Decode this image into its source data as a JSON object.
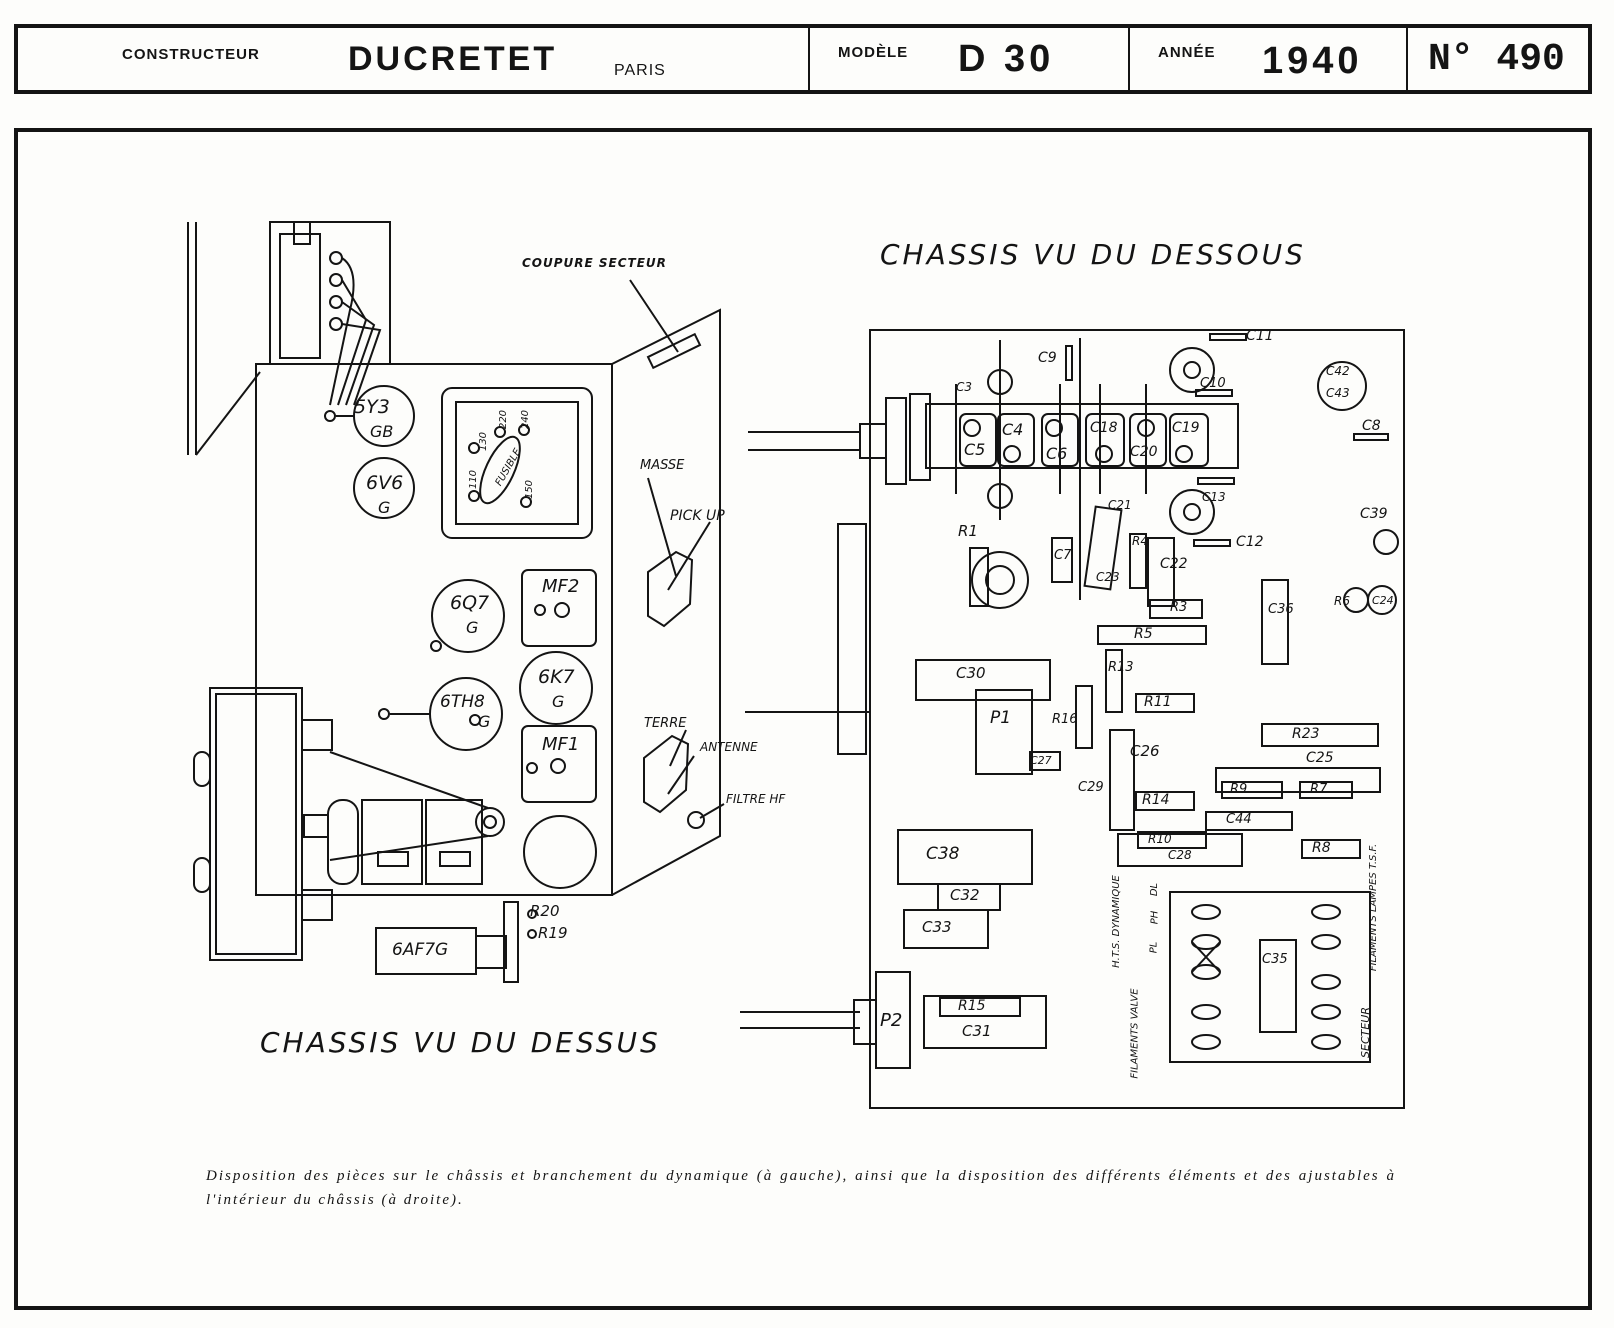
{
  "header": {
    "constructeur_label": "CONSTRUCTEUR",
    "constructeur_value": "DUCRETET",
    "city": "PARIS",
    "modele_label": "MODÈLE",
    "modele_value": "D 30",
    "annee_label": "ANNÉE",
    "annee_value": "1940",
    "numero": "N° 490"
  },
  "left_diagram": {
    "title": "CHASSIS VU DU DESSUS",
    "tubes": [
      "5Y3",
      "GB",
      "6V6",
      "G",
      "6Q7",
      "G",
      "6TH8",
      "G",
      "6K7",
      "G",
      "6AF7G"
    ],
    "transformers": [
      "MF2",
      "MF1"
    ],
    "labels": [
      "COUPURE SECTEUR",
      "MASSE",
      "PICK UP",
      "TERRE",
      "ANTENNE",
      "FILTRE HF",
      "R20",
      "R19"
    ],
    "dial_labels": [
      "FUSIBLE",
      "110",
      "130",
      "150",
      "220",
      "240"
    ]
  },
  "right_diagram": {
    "title": "CHASSIS VU DU DESSOUS",
    "trimmers": [
      "C5",
      "C4",
      "C6",
      "C18",
      "C20",
      "C19"
    ],
    "components": [
      "C3",
      "C9",
      "C11",
      "C10",
      "C42",
      "C43",
      "C8",
      "C13",
      "C12",
      "C39",
      "R1",
      "C7",
      "C21",
      "C23",
      "R4",
      "C22",
      "R3",
      "C36",
      "R6",
      "C24",
      "R5",
      "C30",
      "R13",
      "P1",
      "R16",
      "R11",
      "C27",
      "R23",
      "C25",
      "C26",
      "C29",
      "R9",
      "R7",
      "R14",
      "C44",
      "R10",
      "C28",
      "R8",
      "C38",
      "C32",
      "C33",
      "C35",
      "P2",
      "R15",
      "C31"
    ],
    "terminal_labels": [
      "H.T.S. DYNAMIQUE",
      "PL",
      "PH",
      "DL",
      "FILAMENTS LAMPES T.S.F.",
      "FILAMENTS VALVE",
      "SECTEUR"
    ]
  },
  "caption": "Disposition des pièces sur le châssis et branchement du dynamique (à gauche), ainsi que la disposition des différents éléments et des ajustables à l'intérieur du châssis (à droite)."
}
